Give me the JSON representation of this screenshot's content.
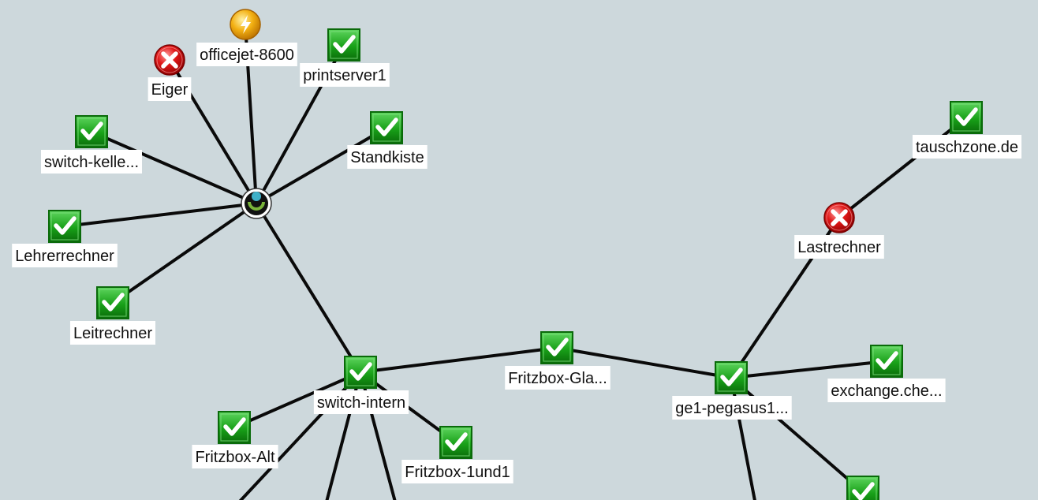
{
  "topology": {
    "colors": {
      "background": "#cdd8dc",
      "link": "#0a0a0a",
      "ok_fill": "#18a018",
      "ok_dark": "#0a6a0a",
      "down_fill": "#e01818",
      "warn_fill": "#f3b012"
    },
    "hub": {
      "id": "central-hub",
      "icon": "hub-icon",
      "label": ""
    },
    "nodes": [
      {
        "id": "officejet-8600",
        "label": "officejet-8600",
        "status": "warning",
        "icon": "lightning-warning-icon"
      },
      {
        "id": "eiger",
        "label": "Eiger",
        "status": "down",
        "icon": "error-x-icon"
      },
      {
        "id": "printserver1",
        "label": "printserver1",
        "status": "ok",
        "icon": "checkmark-icon"
      },
      {
        "id": "switch-keller",
        "label": "switch-kelle...",
        "status": "ok",
        "icon": "checkmark-icon"
      },
      {
        "id": "standkiste",
        "label": "Standkiste",
        "status": "ok",
        "icon": "checkmark-icon"
      },
      {
        "id": "lehrerrechner",
        "label": "Lehrerrechner",
        "status": "ok",
        "icon": "checkmark-icon"
      },
      {
        "id": "leitrechner",
        "label": "Leitrechner",
        "status": "ok",
        "icon": "checkmark-icon"
      },
      {
        "id": "switch-intern",
        "label": "switch-intern",
        "status": "ok",
        "icon": "checkmark-icon"
      },
      {
        "id": "fritzbox-glas",
        "label": "Fritzbox-Gla...",
        "status": "ok",
        "icon": "checkmark-icon"
      },
      {
        "id": "fritzbox-alt",
        "label": "Fritzbox-Alt",
        "status": "ok",
        "icon": "checkmark-icon"
      },
      {
        "id": "fritzbox-1und1",
        "label": "Fritzbox-1und1",
        "status": "ok",
        "icon": "checkmark-icon"
      },
      {
        "id": "ge1-pegasus",
        "label": "ge1-pegasus1...",
        "status": "ok",
        "icon": "checkmark-icon"
      },
      {
        "id": "exchange",
        "label": "exchange.che...",
        "status": "ok",
        "icon": "checkmark-icon"
      },
      {
        "id": "lastrechner",
        "label": "Lastrechner",
        "status": "down",
        "icon": "error-x-icon"
      },
      {
        "id": "tauschzone",
        "label": "tauschzone.de",
        "status": "ok",
        "icon": "checkmark-icon"
      },
      {
        "id": "partial-bottom-right",
        "label": "",
        "status": "ok",
        "icon": "checkmark-icon"
      }
    ],
    "links": [
      [
        "central-hub",
        "officejet-8600"
      ],
      [
        "central-hub",
        "eiger"
      ],
      [
        "central-hub",
        "printserver1"
      ],
      [
        "central-hub",
        "switch-keller"
      ],
      [
        "central-hub",
        "standkiste"
      ],
      [
        "central-hub",
        "lehrerrechner"
      ],
      [
        "central-hub",
        "leitrechner"
      ],
      [
        "central-hub",
        "switch-intern"
      ],
      [
        "switch-intern",
        "fritzbox-glas"
      ],
      [
        "switch-intern",
        "fritzbox-alt"
      ],
      [
        "switch-intern",
        "fritzbox-1und1"
      ],
      [
        "switch-intern",
        "offscreen-a"
      ],
      [
        "switch-intern",
        "offscreen-b"
      ],
      [
        "switch-intern",
        "offscreen-c"
      ],
      [
        "fritzbox-glas",
        "ge1-pegasus"
      ],
      [
        "ge1-pegasus",
        "exchange"
      ],
      [
        "ge1-pegasus",
        "lastrechner"
      ],
      [
        "ge1-pegasus",
        "partial-bottom-right"
      ],
      [
        "ge1-pegasus",
        "offscreen-d"
      ],
      [
        "lastrechner",
        "tauschzone"
      ]
    ]
  }
}
